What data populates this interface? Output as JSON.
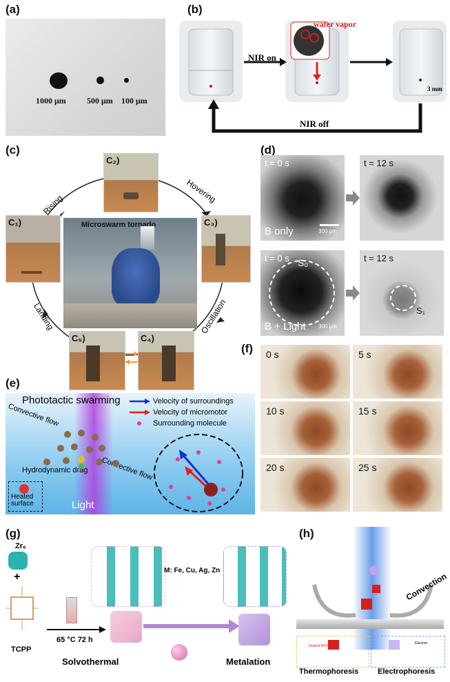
{
  "panels": {
    "a": "(a)",
    "b": "(b)",
    "c": "(c)",
    "d": "(d)",
    "e": "(e)",
    "f": "(f)",
    "g": "(g)",
    "h": "(h)"
  },
  "a": {
    "sizes": [
      "1000 μm",
      "500 μm",
      "100 μm"
    ]
  },
  "b": {
    "water_vapor": "water vapor",
    "nir_on": "NIR on",
    "nir_off": "NIR off",
    "scale": "3 mm"
  },
  "c": {
    "center_title": "Microswarm tornado",
    "stages": [
      "C₁)",
      "C₂)",
      "C₃)",
      "C₄)",
      "C₅)"
    ],
    "arrows": [
      "Rising",
      "Hovering",
      "Oscillation",
      "Landing"
    ]
  },
  "d": {
    "t0": "t = 0 s",
    "t12": "t = 12 s",
    "b_only": "B only",
    "b_light": "B + Light",
    "scale": "300 μm",
    "s0": "S₀",
    "s1": "S₁"
  },
  "e": {
    "title": "Phototactic swarming",
    "legend": [
      "Velocity of surroundings",
      "Velocity of micromotor",
      "Surrounding molecule"
    ],
    "convective1": "Convective flow",
    "convective2": "Convective flow",
    "drag": "Hydrodynamic drag",
    "heated": "Heated surface",
    "light": "Light"
  },
  "f": {
    "times": [
      "0 s",
      "5 s",
      "10 s",
      "15 s",
      "20 s",
      "25 s"
    ]
  },
  "g": {
    "zr": "Zr₆",
    "tcpp": "TCPP",
    "condition": "65 °C 72 h",
    "solvothermal": "Solvothermal",
    "metalation": "Metalation",
    "metals": "M: Fe, Cu, Ag, Zn"
  },
  "h": {
    "convection": "Convection",
    "thermo": "Thermophoresis",
    "electro": "Electrophoresis",
    "heated_mof": "Heated MOF tor",
    "electron": "Electron"
  },
  "colors": {
    "arrow_red": "#e02020",
    "arrow_blue": "#1a2ecc",
    "panel_e_bg": "#5fb3e8",
    "beam": "#b040e0"
  }
}
